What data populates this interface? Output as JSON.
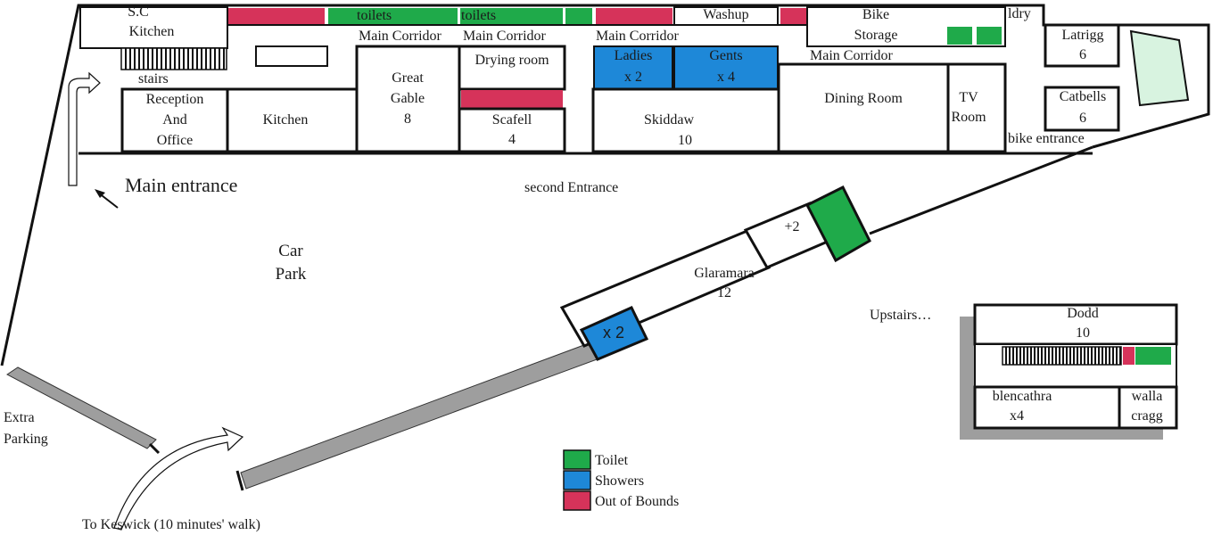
{
  "colors": {
    "toilet": "#1faa4a",
    "showers": "#1e88d8",
    "out_of_bounds": "#d6335a",
    "bike_area": "#d8f3e0",
    "wall": "#111111",
    "path": "#9e9e9e"
  },
  "rooms": {
    "sc_kitchen": [
      "S.C",
      "Kitchen"
    ],
    "stairs": "stairs",
    "reception": [
      "Reception",
      "And",
      "Office"
    ],
    "kitchen": "Kitchen",
    "great_gable": [
      "Great",
      "Gable",
      "8"
    ],
    "drying_room": "Drying room",
    "scafell": [
      "Scafell",
      "4"
    ],
    "ladies": [
      "Ladies",
      "x 2"
    ],
    "gents": [
      "Gents",
      "x 4"
    ],
    "skiddaw": [
      "Skiddaw",
      "10"
    ],
    "washup": "Washup",
    "bike_storage": [
      "Bike",
      "Storage"
    ],
    "dining_room": "Dining Room",
    "tv_room": [
      "TV",
      "Room"
    ],
    "ldry": "ldry",
    "latrigg": [
      "Latrigg",
      "6"
    ],
    "catbells": [
      "Catbells",
      "6"
    ],
    "bike_entrance": "bike entrance",
    "toilets_1": "toilets",
    "toilets_2": "toilets",
    "corridor_1": "Main Corridor",
    "corridor_2": "Main Corridor",
    "corridor_3": "Main Corridor",
    "corridor_4": "Main Corridor",
    "glaramara": [
      "Glaramara",
      "12"
    ],
    "plus_two": "+2",
    "glaramara_showers": "x 2",
    "dodd": [
      "Dodd",
      "10"
    ],
    "blencathra": [
      "blencathra",
      "x4"
    ],
    "walla_cragg": [
      "walla",
      "cragg"
    ]
  },
  "labels": {
    "main_entrance": "Main entrance",
    "second_entrance": "second Entrance",
    "car_park": [
      "Car",
      "Park"
    ],
    "extra_parking": [
      "Extra",
      "Parking"
    ],
    "to_keswick": "To Keswick (10 minutes' walk)",
    "upstairs": "Upstairs…"
  },
  "legend": {
    "toilet": "Toilet",
    "showers": "Showers",
    "out_of_bounds": "Out of Bounds"
  }
}
